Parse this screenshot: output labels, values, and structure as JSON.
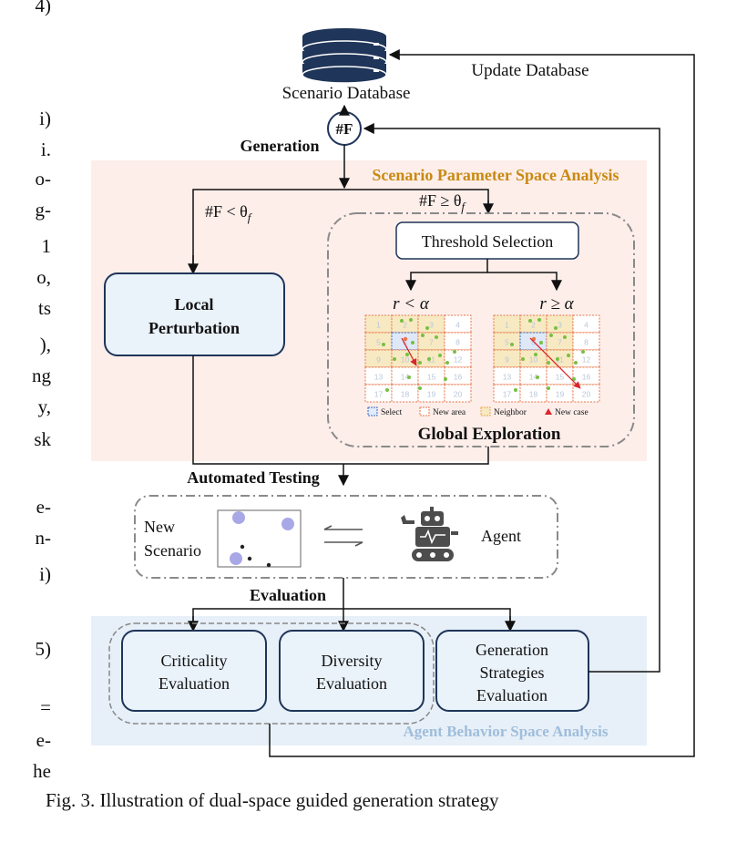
{
  "margin_fragments": [
    "4)",
    "i)",
    "i.",
    "o-",
    "g-",
    "1",
    "o,",
    "ts",
    "),",
    "ng",
    "y,",
    "sk",
    "e-",
    "n-",
    "i)",
    "5)",
    "=",
    "e-",
    "he"
  ],
  "caption": "Fig. 3.  Illustration of dual-space guided generation strategy",
  "diagram": {
    "database_label": "Scenario Database",
    "update_label": "Update Database",
    "counter_node": "#F",
    "generation_label": "Generation",
    "param_space_title": "Scenario Parameter Space Analysis",
    "cond_low": "#F < θ",
    "cond_high": "#F ≥ θ",
    "cond_sub": "f",
    "threshold_selection": "Threshold Selection",
    "local_perturbation_line1": "Local",
    "local_perturbation_line2": "Perturbation",
    "r_low": "r < α",
    "r_high": "r ≥ α",
    "global_exploration": "Global  Exploration",
    "legend": {
      "select": "Select",
      "new_area": "New area",
      "neighbor": "Neighbor",
      "new_case": "New case"
    },
    "automated_testing": "Automated Testing",
    "new_scenario_line1": "New",
    "new_scenario_line2": "Scenario",
    "agent_label": "Agent",
    "evaluation_label": "Evaluation",
    "criticality_line1": "Criticality",
    "criticality_line2": "Evaluation",
    "diversity_line1": "Diversity",
    "diversity_line2": "Evaluation",
    "generation_strat_line1": "Generation",
    "generation_strat_line2": "Strategies",
    "generation_strat_line3": "Evaluation",
    "behavior_space_title": "Agent Behavior Space Analysis",
    "grid_numbers": [
      "1",
      "2",
      "3",
      "4",
      "5",
      "6",
      "7",
      "8",
      "9",
      "10",
      "11",
      "12",
      "13",
      "14",
      "15",
      "16",
      "17",
      "18",
      "19",
      "20"
    ]
  },
  "colors": {
    "param_space_bg": "#fdeeea",
    "behavior_space_bg": "#e7f0f8",
    "box_border": "#1f3559",
    "box_fill": "#eaf2fa",
    "param_title": "#c98a12",
    "behavior_title": "#9fbddb",
    "database": "#1f3559",
    "grid_new_area": "#e8764a",
    "grid_neighbor": "#f7e9c2",
    "grid_select": "#3a69c2",
    "dot_green": "#76c043",
    "arrow_red": "#d9262c",
    "scenario_blob": "#a9a8e6"
  }
}
